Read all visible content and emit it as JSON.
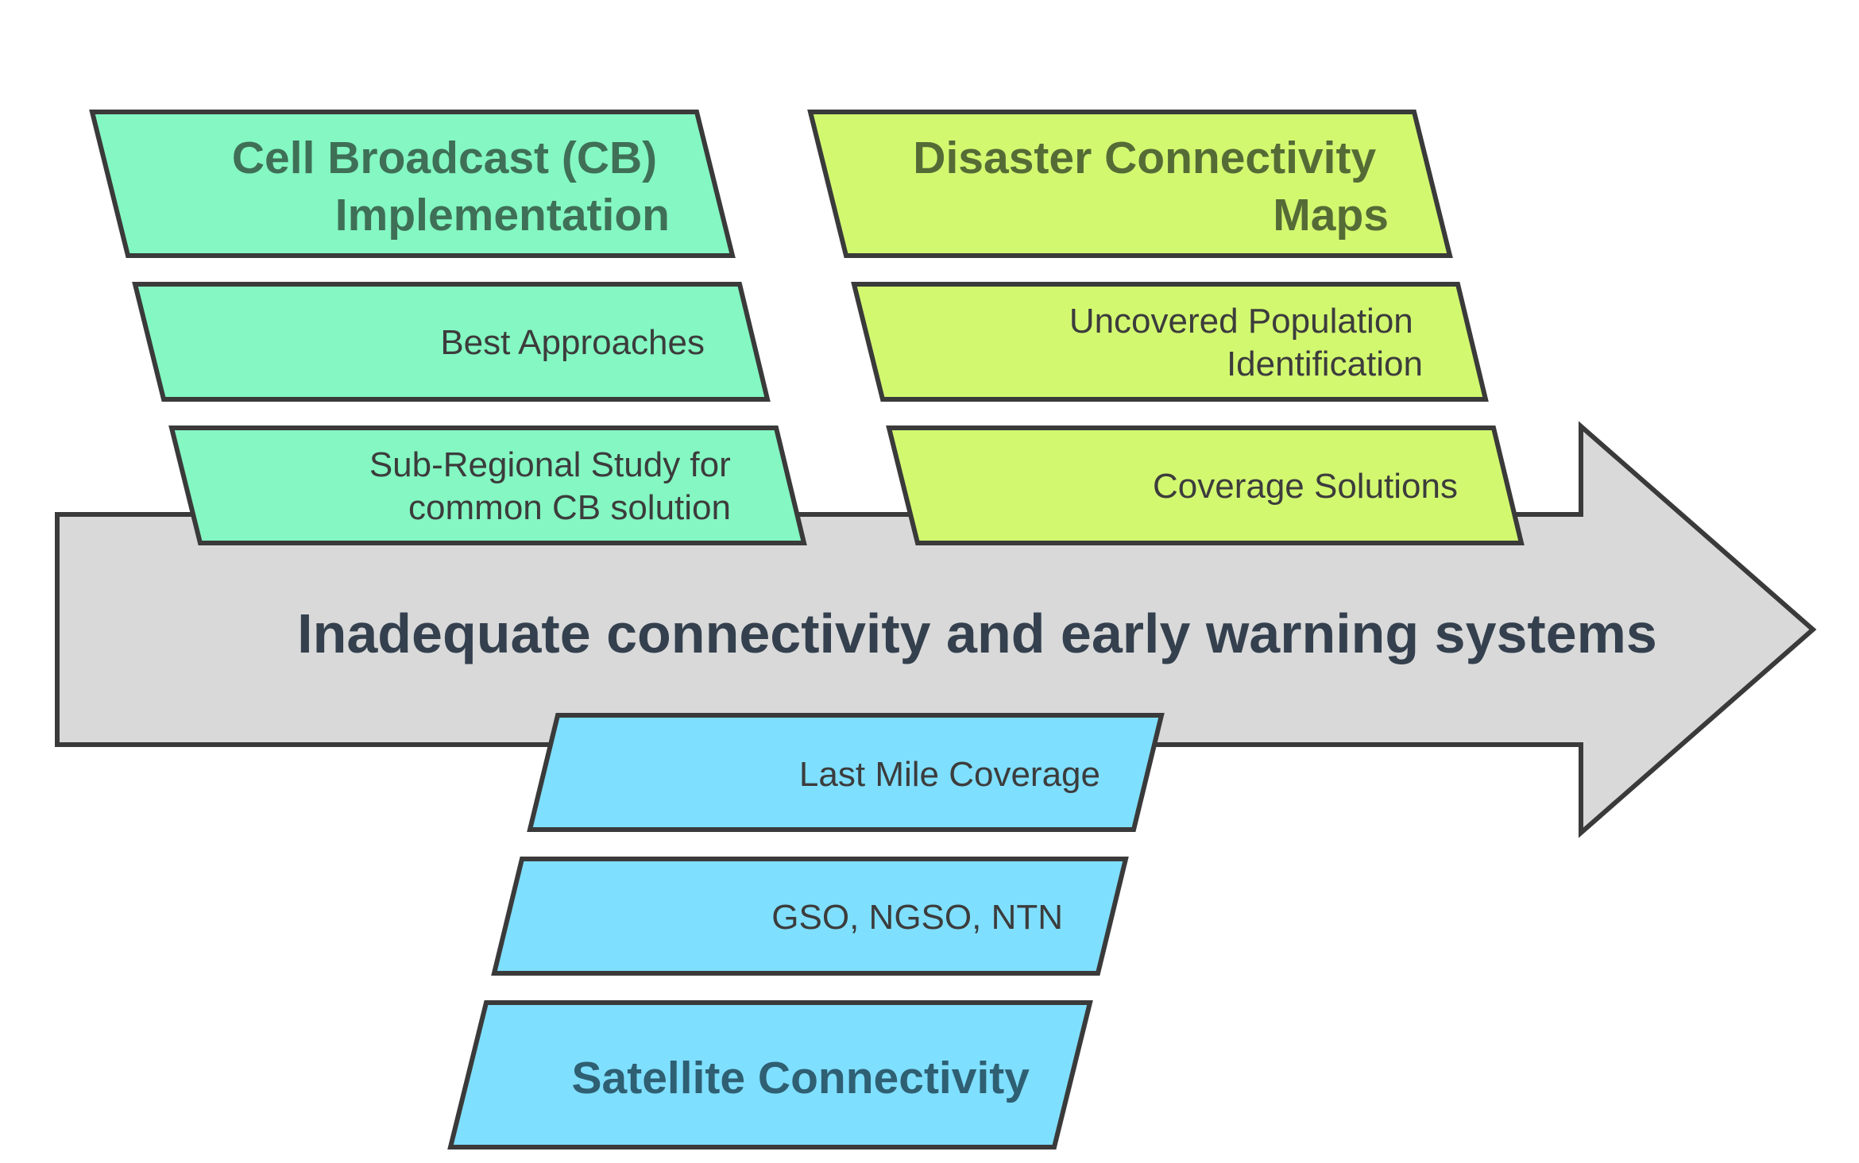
{
  "spine": {
    "label": "Inadequate connectivity and early warning systems",
    "fill": "#d9d9d9",
    "text_color": "#34404e"
  },
  "categories": [
    {
      "id": "cell-broadcast",
      "title_lines": [
        "Cell Broadcast (CB)",
        "Implementation"
      ],
      "fill": "#84f7c2",
      "title_color": "#3f6f57",
      "items": [
        {
          "lines": [
            "Best Approaches"
          ]
        },
        {
          "lines": [
            "Sub-Regional Study for",
            "common CB solution"
          ]
        }
      ]
    },
    {
      "id": "disaster-maps",
      "title_lines": [
        "Disaster Connectivity",
        "Maps"
      ],
      "fill": "#d2f870",
      "title_color": "#556b36",
      "items": [
        {
          "lines": [
            "Uncovered Population",
            "Identification"
          ]
        },
        {
          "lines": [
            "Coverage Solutions"
          ]
        }
      ]
    },
    {
      "id": "satellite",
      "title_lines": [
        "Satellite Connectivity"
      ],
      "fill": "#7fdfff",
      "title_color": "#2f5f72",
      "items": [
        {
          "lines": [
            "Last Mile Coverage"
          ]
        },
        {
          "lines": [
            "GSO, NGSO, NTN"
          ]
        }
      ]
    }
  ],
  "item_text_color": "#3c3c3c"
}
